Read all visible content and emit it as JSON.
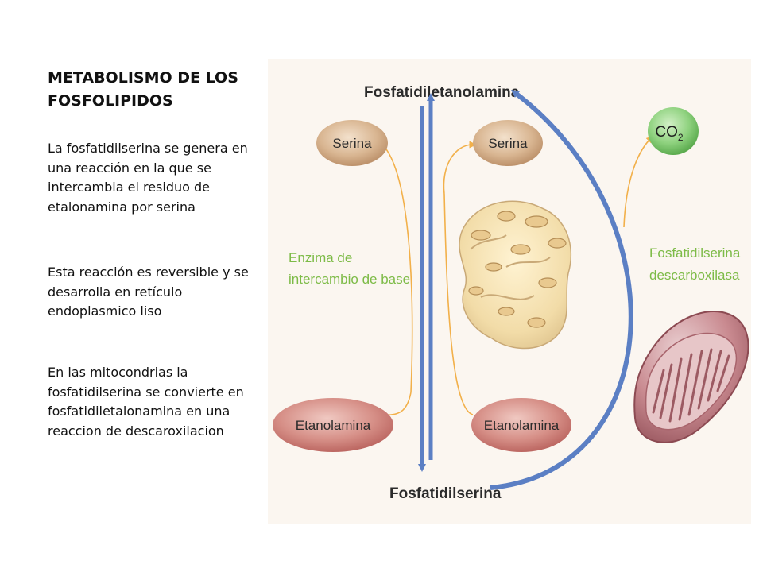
{
  "title": "METABOLISMO DE LOS FOSFOLIPIDOS",
  "paragraphs": [
    "La fosfatidilserina se genera en una reacción en la que se intercambia  el residuo de etalonamina por serina",
    "Esta reacción  es reversible y se desarrolla en retículo endoplasmico liso",
    "En las mitocondrias la fosfatidilserina se convierte en fosfatidiletalonamina en una reaccion de descaroxilacion"
  ],
  "diagram": {
    "top_label": "Fosfatidiletanolamina",
    "bottom_label": "Fosfatidilserina",
    "co2": {
      "base": "CO",
      "sub": "2"
    },
    "left_enzyme": [
      "Enzima de",
      "intercambio de base"
    ],
    "right_enzyme": [
      "Fosfatidilserina",
      "descarboxilasa"
    ],
    "serina_left": "Serina",
    "serina_right": "Serina",
    "etanolamina_left": "Etanolamina",
    "etanolamina_right": "Etanolamina",
    "colors": {
      "panel": "#fbf6f0",
      "blue_arrow": "#5b7fc4",
      "orange_arrow": "#f2b04a",
      "green_text": "#7dbb47",
      "serina_node": "#c9a27e",
      "etanolamina_node": "#c46e6a",
      "co2_node": "#6cbf60"
    }
  }
}
